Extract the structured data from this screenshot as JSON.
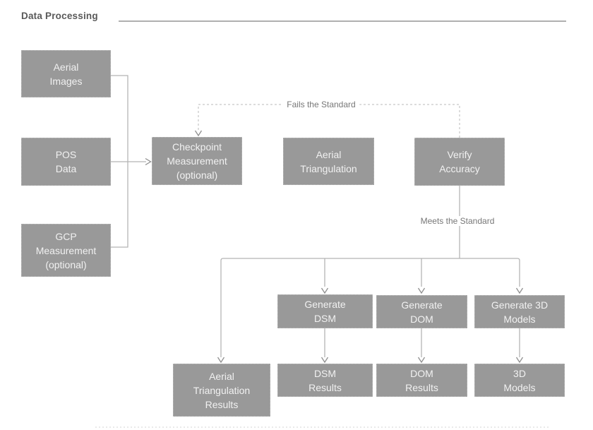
{
  "title": "Data Processing",
  "nodes": {
    "aerial_images": {
      "label": "Aerial\nImages"
    },
    "pos_data": {
      "label": "POS\nData"
    },
    "gcp_measurement": {
      "label": "GCP\nMeasurement\n(optional)"
    },
    "checkpoint_measurement": {
      "label": "Checkpoint\nMeasurement\n(optional)"
    },
    "aerial_triangulation": {
      "label": "Aerial\nTriangulation"
    },
    "verify_accuracy": {
      "label": "Verify\nAccuracy"
    },
    "generate_dsm": {
      "label": "Generate\nDSM"
    },
    "generate_dom": {
      "label": "Generate\nDOM"
    },
    "generate_3d_models": {
      "label": "Generate 3D\nModels"
    },
    "aerial_triangulation_results": {
      "label": "Aerial\nTriangulation\nResults"
    },
    "dsm_results": {
      "label": "DSM\nResults"
    },
    "dom_results": {
      "label": "DOM\nResults"
    },
    "models_3d": {
      "label": "3D\nModels"
    }
  },
  "edge_labels": {
    "fails": "Fails the Standard",
    "meets": "Meets the Standard"
  },
  "colors": {
    "box_bg": "#999999",
    "box_text": "#f1f1f1",
    "line": "#b5b5b5",
    "arrow": "#8f8f8f",
    "dashed": "#c6c6c6",
    "title_text": "#595959",
    "label_text": "#777777",
    "rule": "#b0b0b0",
    "faint": "#dcdcdc"
  }
}
